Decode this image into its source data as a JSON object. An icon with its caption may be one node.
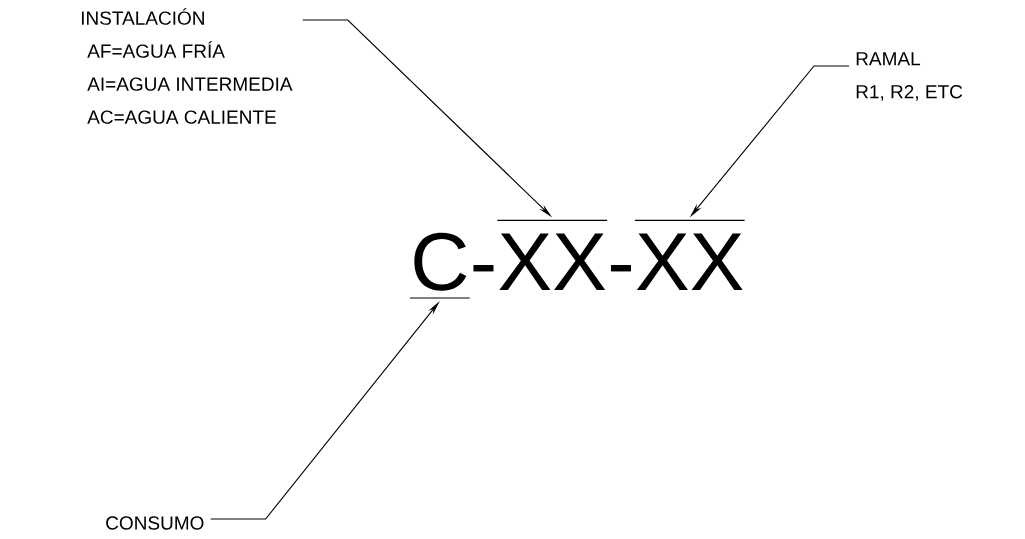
{
  "diagram": {
    "nodes": [
      {
        "text": [
          "INSTALACIÓN",
          "AF=AGUA FRÍA",
          "AI=AGUA INTERMEDIA",
          "AC=AGUA CALIENTE"
        ]
      },
      {
        "text": [
          "RAMAL",
          "R1, R2, ETC"
        ]
      },
      {
        "text": [
          "CONSUMO"
        ]
      },
      {
        "text": [
          "C"
        ]
      },
      {
        "text": [
          "XX"
        ]
      },
      {
        "text": [
          "XX"
        ]
      }
    ],
    "edges": [
      {
        "from": 0,
        "to": 4,
        "arrow": "to"
      },
      {
        "from": 1,
        "to": 5,
        "arrow": "to"
      },
      {
        "from": 2,
        "to": 3,
        "arrow": "to"
      }
    ],
    "labels": [
      "-",
      "-"
    ]
  }
}
